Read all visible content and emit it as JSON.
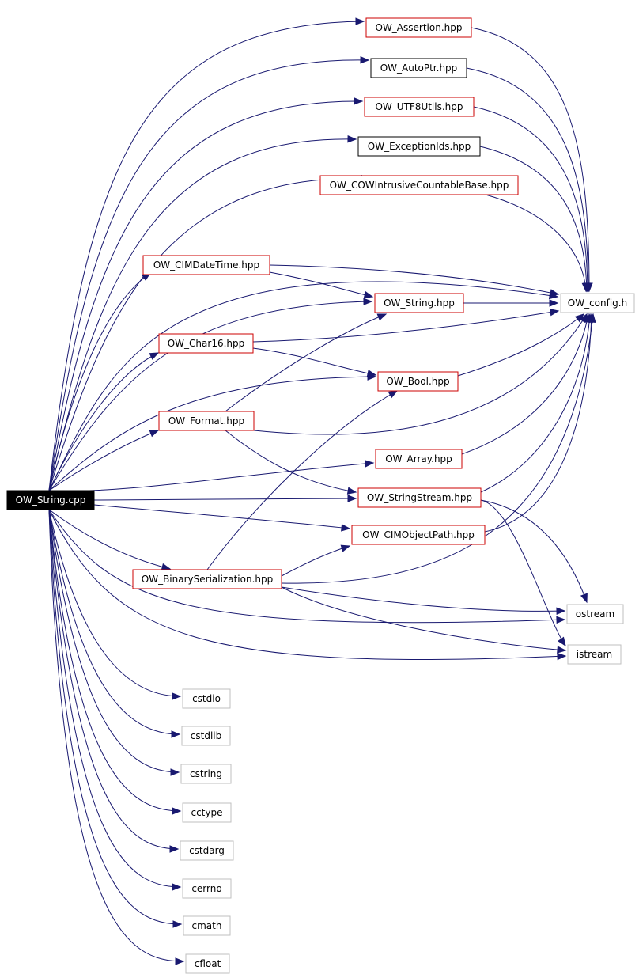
{
  "colors": {
    "edge": "#191970",
    "red_border": "#cc0000",
    "black_border": "#000000",
    "gray_border": "#bfbfbf",
    "root_fill": "#000000",
    "root_text": "#ffffff",
    "text": "#000000"
  },
  "nodes": [
    {
      "id": "string_cpp",
      "label": "OW_String.cpp",
      "style": "root"
    },
    {
      "id": "assertion",
      "label": "OW_Assertion.hpp",
      "style": "red"
    },
    {
      "id": "autoptr",
      "label": "OW_AutoPtr.hpp",
      "style": "black"
    },
    {
      "id": "utf8utils",
      "label": "OW_UTF8Utils.hpp",
      "style": "red"
    },
    {
      "id": "exceptionids",
      "label": "OW_ExceptionIds.hpp",
      "style": "black"
    },
    {
      "id": "cowbase",
      "label": "OW_COWIntrusiveCountableBase.hpp",
      "style": "red"
    },
    {
      "id": "cimdatetime",
      "label": "OW_CIMDateTime.hpp",
      "style": "red"
    },
    {
      "id": "string_hpp",
      "label": "OW_String.hpp",
      "style": "red"
    },
    {
      "id": "config",
      "label": "OW_config.h",
      "style": "gray"
    },
    {
      "id": "char16",
      "label": "OW_Char16.hpp",
      "style": "red"
    },
    {
      "id": "bool",
      "label": "OW_Bool.hpp",
      "style": "red"
    },
    {
      "id": "format",
      "label": "OW_Format.hpp",
      "style": "red"
    },
    {
      "id": "array",
      "label": "OW_Array.hpp",
      "style": "red"
    },
    {
      "id": "stringstream",
      "label": "OW_StringStream.hpp",
      "style": "red"
    },
    {
      "id": "cimobjectpath",
      "label": "OW_CIMObjectPath.hpp",
      "style": "red"
    },
    {
      "id": "binaryser",
      "label": "OW_BinarySerialization.hpp",
      "style": "red"
    },
    {
      "id": "ostream",
      "label": "ostream",
      "style": "gray"
    },
    {
      "id": "istream",
      "label": "istream",
      "style": "gray"
    },
    {
      "id": "cstdio",
      "label": "cstdio",
      "style": "gray"
    },
    {
      "id": "cstdlib",
      "label": "cstdlib",
      "style": "gray"
    },
    {
      "id": "cstring",
      "label": "cstring",
      "style": "gray"
    },
    {
      "id": "cctype",
      "label": "cctype",
      "style": "gray"
    },
    {
      "id": "cstdarg",
      "label": "cstdarg",
      "style": "gray"
    },
    {
      "id": "cerrno",
      "label": "cerrno",
      "style": "gray"
    },
    {
      "id": "cmath",
      "label": "cmath",
      "style": "gray"
    },
    {
      "id": "cfloat",
      "label": "cfloat",
      "style": "gray"
    }
  ],
  "edges": [
    [
      "string_cpp",
      "assertion"
    ],
    [
      "string_cpp",
      "autoptr"
    ],
    [
      "string_cpp",
      "utf8utils"
    ],
    [
      "string_cpp",
      "exceptionids"
    ],
    [
      "string_cpp",
      "cowbase"
    ],
    [
      "string_cpp",
      "config"
    ],
    [
      "string_cpp",
      "cimdatetime"
    ],
    [
      "string_cpp",
      "string_hpp"
    ],
    [
      "string_cpp",
      "char16"
    ],
    [
      "string_cpp",
      "bool"
    ],
    [
      "string_cpp",
      "format"
    ],
    [
      "string_cpp",
      "array"
    ],
    [
      "string_cpp",
      "stringstream"
    ],
    [
      "string_cpp",
      "cimobjectpath"
    ],
    [
      "string_cpp",
      "binaryser"
    ],
    [
      "string_cpp",
      "ostream"
    ],
    [
      "string_cpp",
      "istream"
    ],
    [
      "string_cpp",
      "cstdio"
    ],
    [
      "string_cpp",
      "cstdlib"
    ],
    [
      "string_cpp",
      "cstring"
    ],
    [
      "string_cpp",
      "cctype"
    ],
    [
      "string_cpp",
      "cstdarg"
    ],
    [
      "string_cpp",
      "cerrno"
    ],
    [
      "string_cpp",
      "cmath"
    ],
    [
      "string_cpp",
      "cfloat"
    ],
    [
      "assertion",
      "config"
    ],
    [
      "autoptr",
      "config"
    ],
    [
      "utf8utils",
      "config"
    ],
    [
      "exceptionids",
      "config"
    ],
    [
      "cowbase",
      "config"
    ],
    [
      "cimdatetime",
      "config"
    ],
    [
      "cimdatetime",
      "string_hpp"
    ],
    [
      "string_hpp",
      "config"
    ],
    [
      "char16",
      "config"
    ],
    [
      "char16",
      "bool"
    ],
    [
      "bool",
      "config"
    ],
    [
      "format",
      "config"
    ],
    [
      "format",
      "string_hpp"
    ],
    [
      "format",
      "stringstream"
    ],
    [
      "array",
      "config"
    ],
    [
      "stringstream",
      "config"
    ],
    [
      "stringstream",
      "ostream"
    ],
    [
      "stringstream",
      "istream"
    ],
    [
      "cimobjectpath",
      "config"
    ],
    [
      "binaryser",
      "config"
    ],
    [
      "binaryser",
      "bool"
    ],
    [
      "binaryser",
      "cimobjectpath"
    ],
    [
      "binaryser",
      "ostream"
    ],
    [
      "binaryser",
      "istream"
    ]
  ]
}
